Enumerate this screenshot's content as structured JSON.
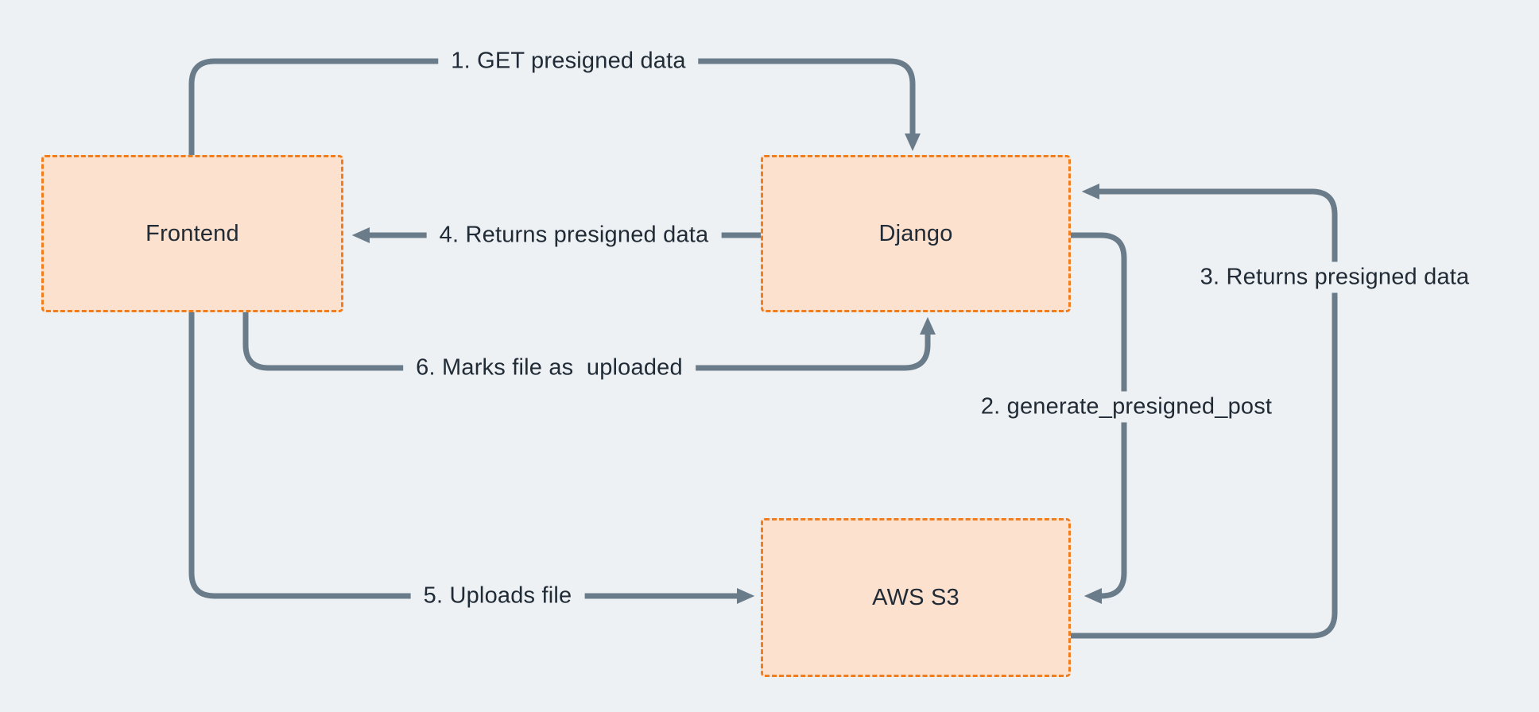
{
  "diagram": {
    "nodes": [
      {
        "id": "frontend",
        "label": "Frontend"
      },
      {
        "id": "django",
        "label": "Django"
      },
      {
        "id": "aws-s3",
        "label": "AWS S3"
      }
    ],
    "edges": [
      {
        "id": "1",
        "label": "1. GET presigned data",
        "from": "Frontend",
        "to": "Django"
      },
      {
        "id": "2",
        "label": "2. generate_presigned_post",
        "from": "Django",
        "to": "AWS S3"
      },
      {
        "id": "3",
        "label": "3. Returns presigned data",
        "from": "AWS S3",
        "to": "Django"
      },
      {
        "id": "4",
        "label": "4. Returns presigned data",
        "from": "Django",
        "to": "Frontend"
      },
      {
        "id": "5",
        "label": "5. Uploads file",
        "from": "Frontend",
        "to": "AWS S3"
      },
      {
        "id": "6",
        "label": "6. Marks file as  uploaded",
        "from": "Frontend",
        "to": "Django"
      }
    ],
    "colors": {
      "background": "#edf1f4",
      "node_fill": "#fce1cf",
      "node_border": "#f07e1e",
      "arrow": "#6a7b89",
      "text": "#212b36"
    }
  }
}
